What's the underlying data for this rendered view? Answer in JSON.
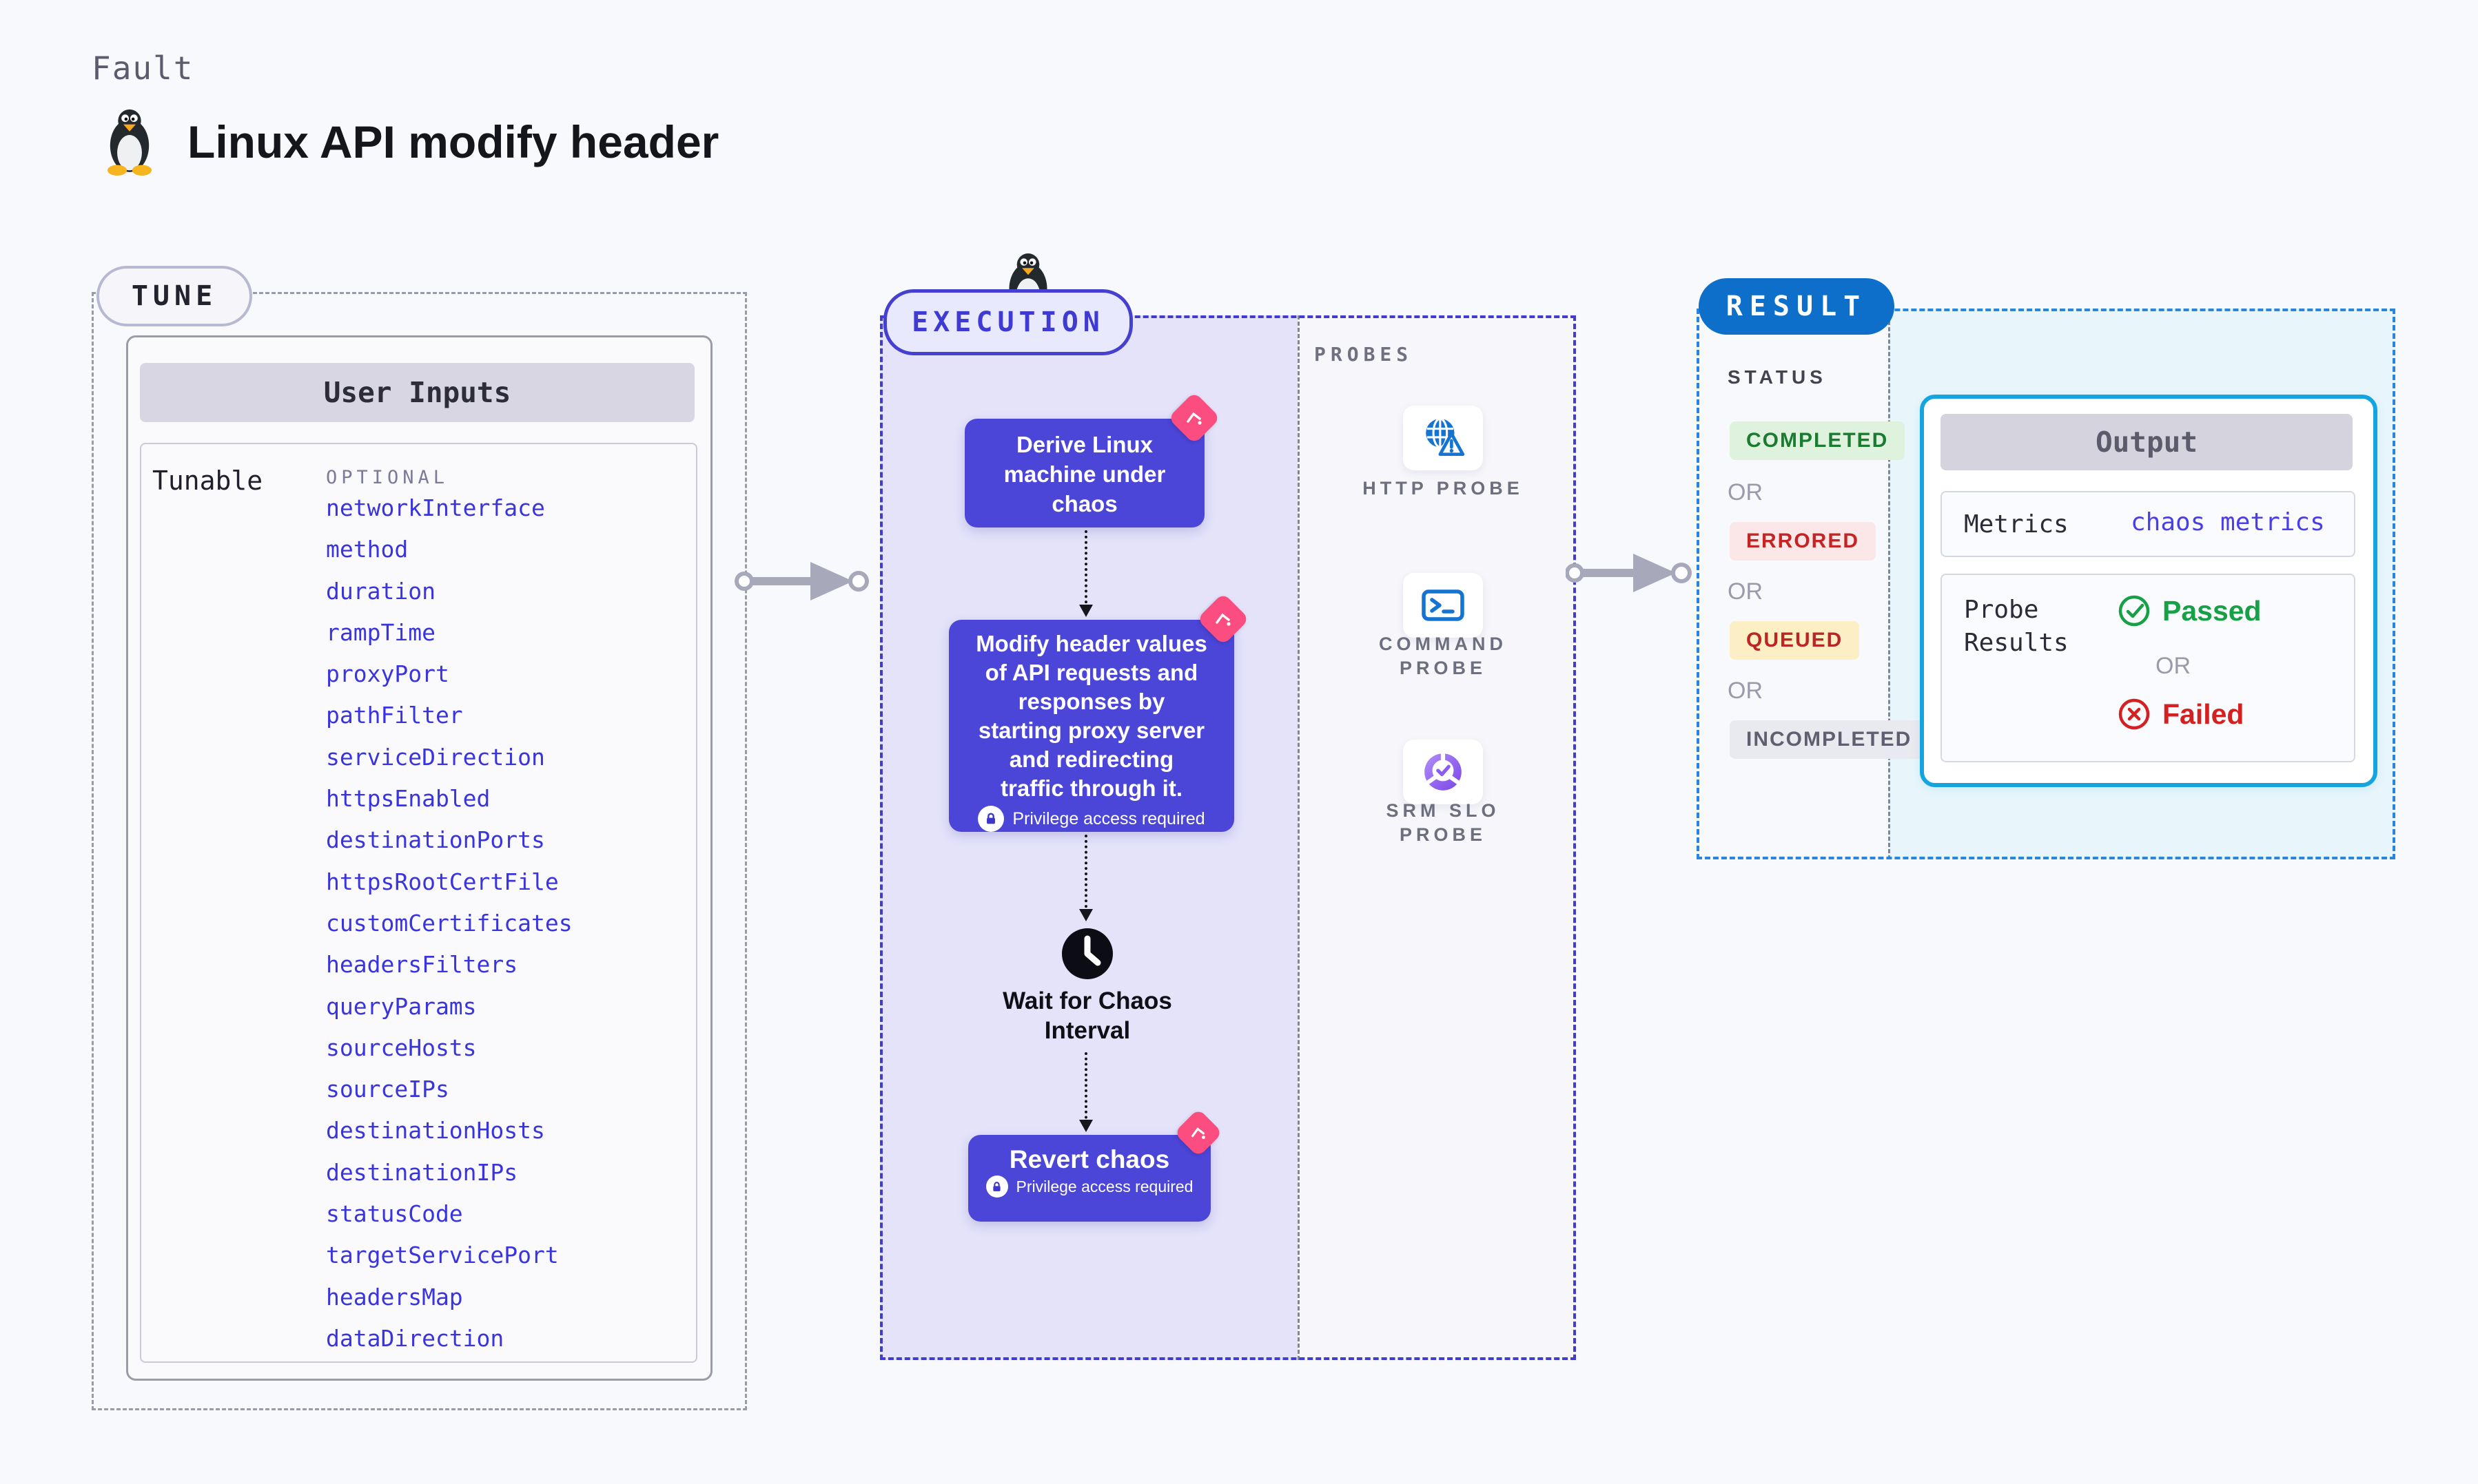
{
  "page": {
    "kicker": "Fault",
    "title": "Linux API modify header"
  },
  "colors": {
    "accent_indigo": "#4b45d8",
    "accent_pink": "#fb4d80",
    "execution_border": "#413ccd",
    "result_blue": "#0d6fc9",
    "output_border": "#14a4df",
    "param_link": "#3a34de",
    "status_completed": "#1b7c31",
    "status_errored": "#c62424",
    "status_queued": "#bb2525",
    "status_incompleted": "#5f5f6f",
    "passed_green": "#17a046",
    "failed_red": "#d32021"
  },
  "tune": {
    "label": "TUNE",
    "panel_title": "User Inputs",
    "row_label": "Tunable",
    "column_label": "OPTIONAL",
    "params": [
      "networkInterface",
      "method",
      "duration",
      "rampTime",
      "proxyPort",
      "pathFilter",
      "serviceDirection",
      "httpsEnabled",
      "destinationPorts",
      "httpsRootCertFile",
      "customCertificates",
      "headersFilters",
      "queryParams",
      "sourceHosts",
      "sourceIPs",
      "destinationHosts",
      "destinationIPs",
      "statusCode",
      "targetServicePort",
      "headersMap",
      "dataDirection"
    ]
  },
  "execution": {
    "label": "EXECUTION",
    "derive_step": "Derive Linux\nmachine under\nchaos",
    "modify_step": "Modify header values\nof API requests and\nresponses by\nstarting proxy server\nand redirecting\ntraffic through it.",
    "wait_step": "Wait for Chaos\nInterval",
    "revert_step": "Revert chaos",
    "privilege_note": "Privilege access required"
  },
  "probes": {
    "label": "PROBES",
    "items": [
      {
        "name": "HTTP PROBE",
        "icon": "globe-alert-icon"
      },
      {
        "name": "COMMAND PROBE",
        "icon": "terminal-icon"
      },
      {
        "name": "SRM SLO PROBE",
        "icon": "slo-donut-icon"
      }
    ]
  },
  "result": {
    "label": "RESULT",
    "status_label": "STATUS",
    "or_label": "OR",
    "statuses": [
      {
        "label": "COMPLETED",
        "type": "success"
      },
      {
        "label": "ERRORED",
        "type": "error"
      },
      {
        "label": "QUEUED",
        "type": "warning"
      },
      {
        "label": "INCOMPLETED",
        "type": "neutral"
      }
    ],
    "output": {
      "title": "Output",
      "metrics_label": "Metrics",
      "metrics_value": "chaos metrics",
      "probe_results_label": "Probe\nResults",
      "passed_label": "Passed",
      "failed_label": "Failed"
    }
  }
}
